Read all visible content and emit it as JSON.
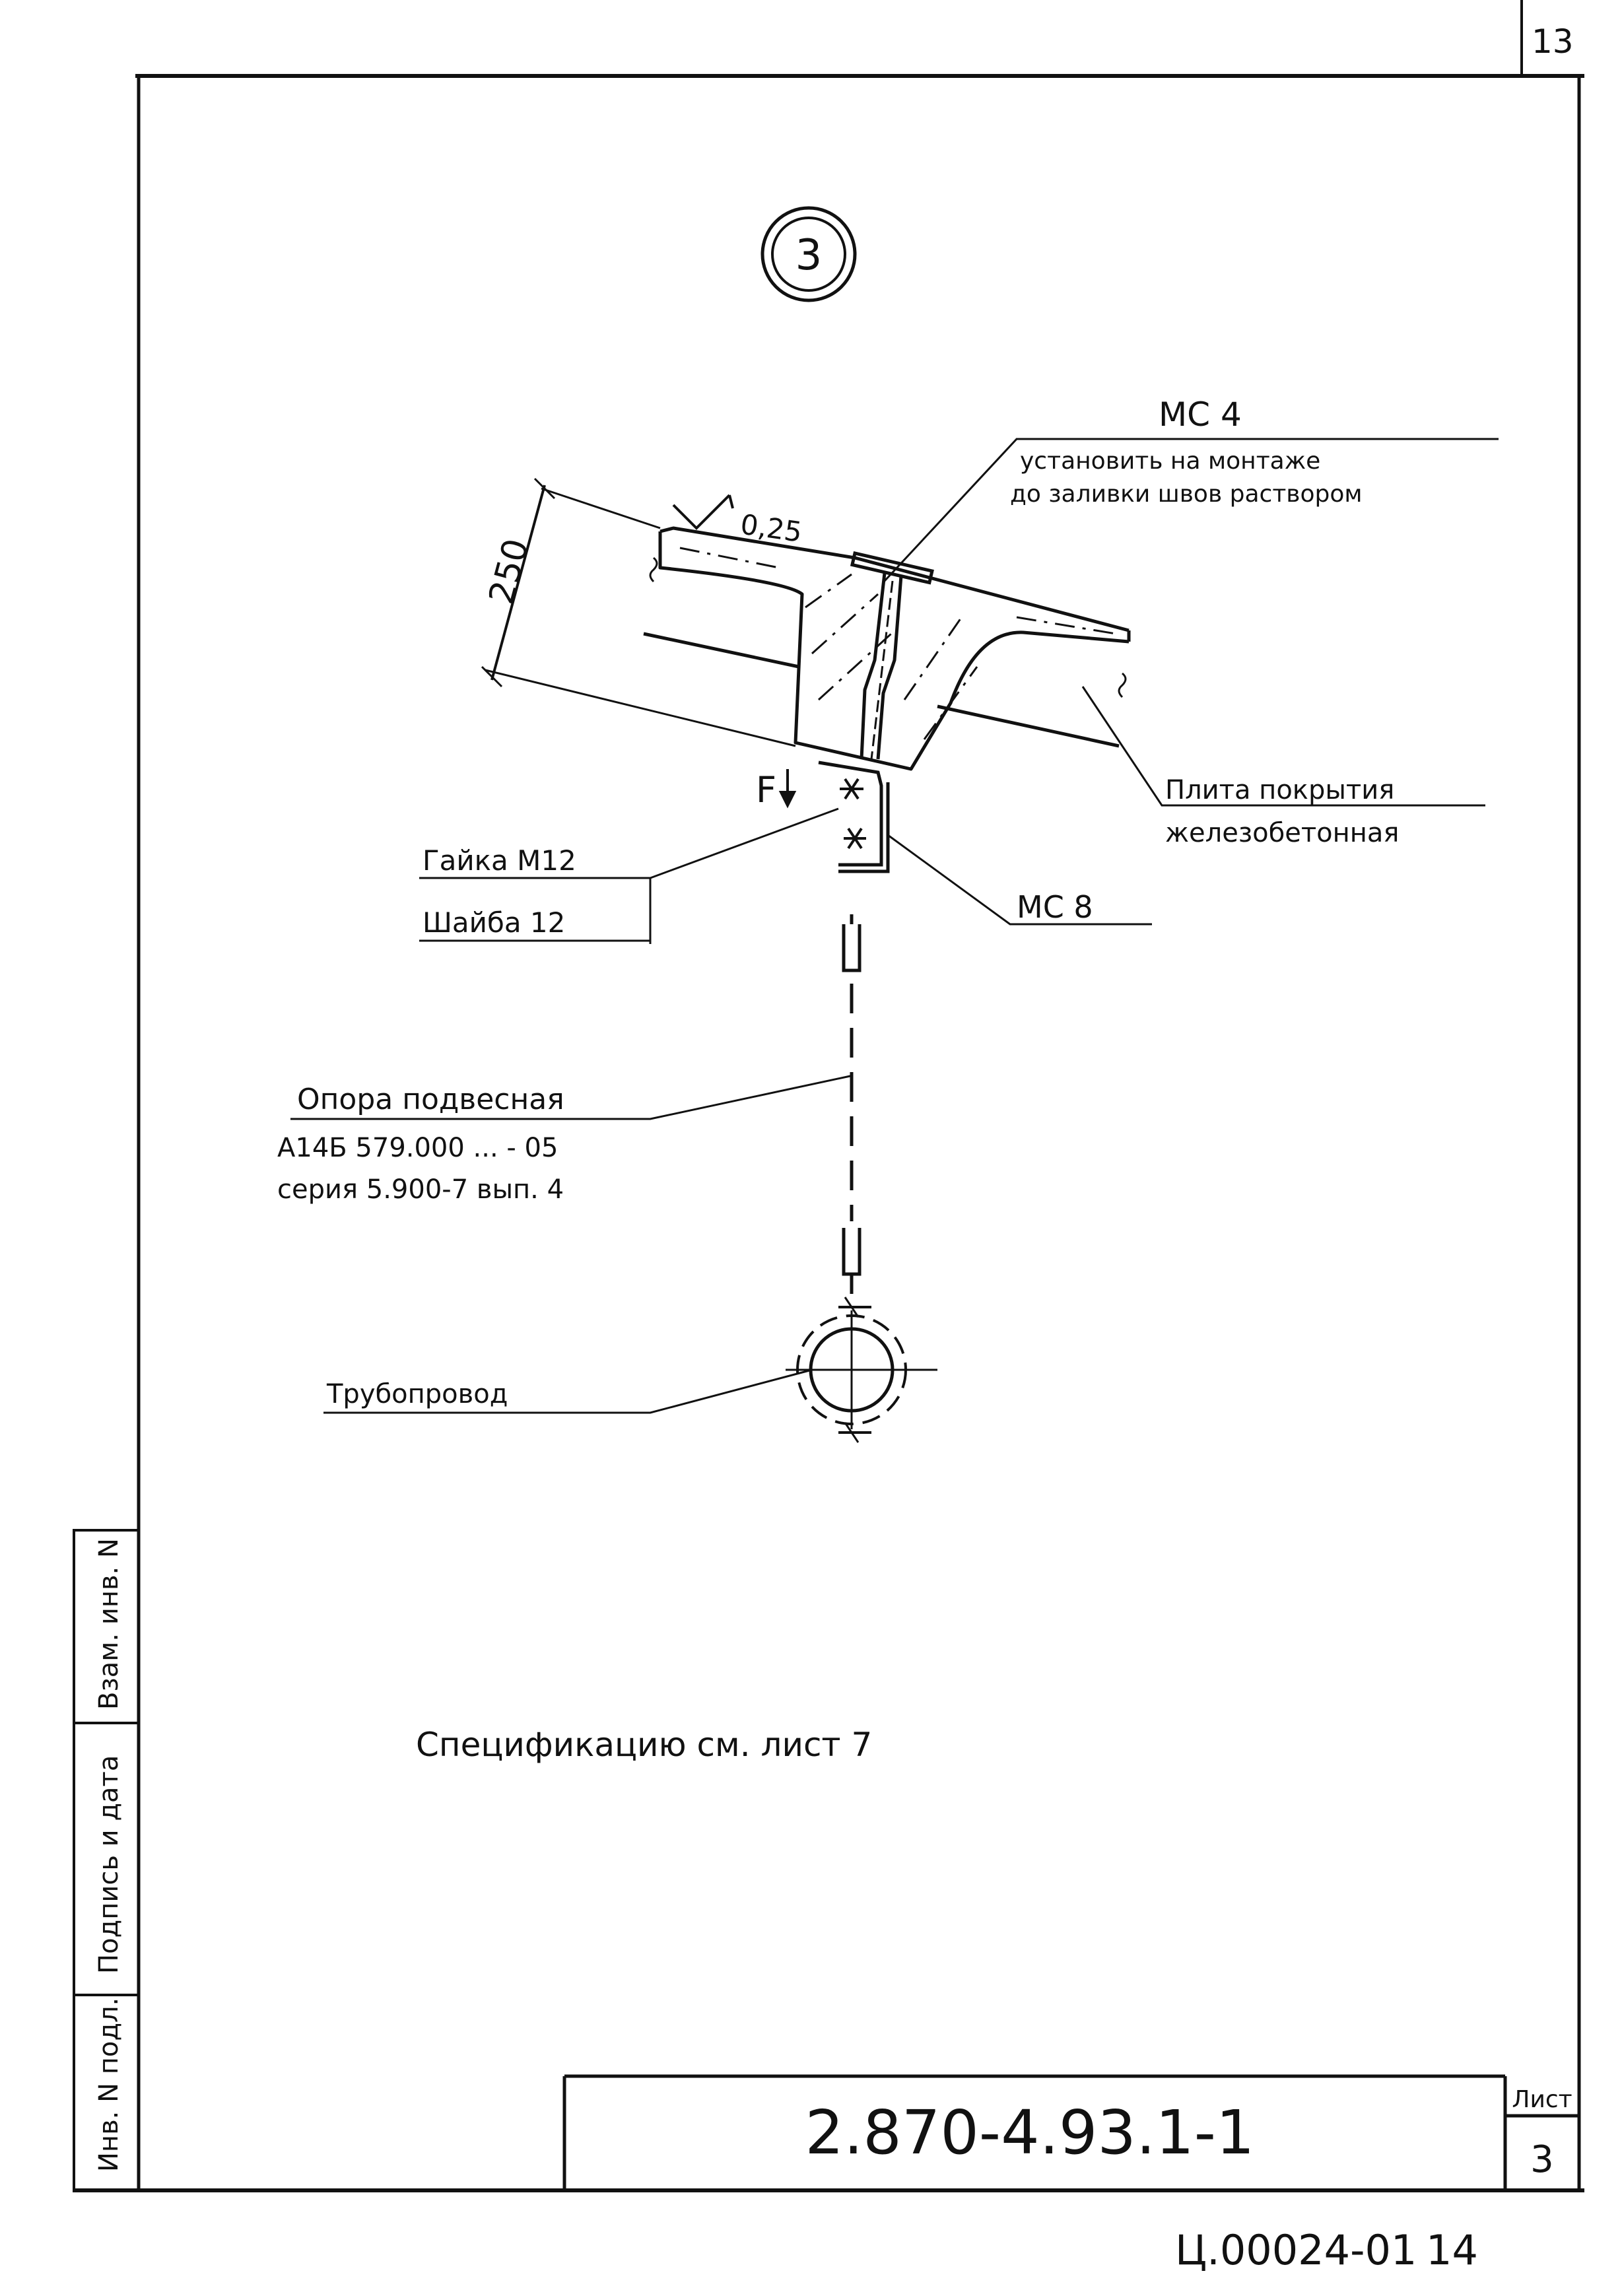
{
  "sheet": {
    "corner_number": "13",
    "detail_number": "3",
    "document_code": "2.870-4.93.1-1",
    "sheet_label": "Лист",
    "sheet_number": "3",
    "archive_code": "Ц.00024-01",
    "archive_page": "14"
  },
  "side_stamp": {
    "field_1": "Инв. N подл.",
    "field_2": "Подпись и дата",
    "field_3": "Взам. инв. N"
  },
  "labels": {
    "mc4": "МС 4",
    "mc4_note_1": "установить на монтаже",
    "mc4_note_2": "до заливки швов раствором",
    "dimension_250": "250",
    "roughness": "0,25",
    "slab_1": "Плита покрытия",
    "slab_2": "железобетонная",
    "force": "F",
    "nut": "Гайка М12",
    "washer": "Шайба 12",
    "mc8": "МС 8",
    "support_1": "Опора подвесная",
    "support_2": "А14Б 579.000 ... - 05",
    "support_3": "серия 5.900-7 вып. 4",
    "pipeline": "Трубопровод",
    "spec_note": "Спецификацию см. лист 7"
  }
}
